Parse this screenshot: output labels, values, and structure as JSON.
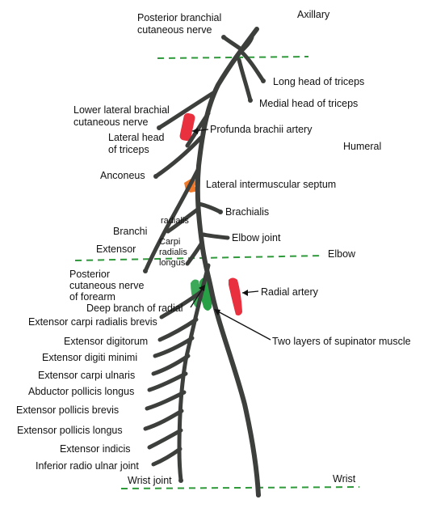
{
  "colors": {
    "nerve": "#3c3f3c",
    "level_line": "#2e9a3a",
    "artery": "#e8303f",
    "septum": "#f07a2a",
    "supinator": "#27a046"
  },
  "levels": {
    "axillary": "Axillary",
    "humeral": "Humeral",
    "elbow": "Elbow",
    "wrist": "Wrist"
  },
  "labels": {
    "posterior_branchial": [
      "Posterior branchial",
      "cutaneous nerve"
    ],
    "long_head": "Long head of triceps",
    "medial_head": "Medial head of triceps",
    "lower_lateral": [
      "Lower lateral brachial",
      "cutaneous nerve"
    ],
    "profunda": "Profunda brachii artery",
    "lateral_head": [
      "Lateral head",
      "of triceps"
    ],
    "anconeus": "Anconeus",
    "lateral_septum": "Lateral intermuscular septum",
    "brachialis": "Brachialis",
    "radialis": "radialis",
    "branchi": "Branchi",
    "elbow_joint": "Elbow joint",
    "carpi": [
      "Carpi",
      "radialis",
      "longus"
    ],
    "extensor": "Extensor",
    "posterior_forearm": [
      "Posterior",
      "cutaneous nerve",
      "of forearm"
    ],
    "radial_artery": "Radial artery",
    "deep_branch": "Deep branch of radial",
    "ecrb": "Extensor carpi radialis brevis",
    "two_layers": "Two layers of supinator muscle",
    "digitorum": "Extensor digitorum",
    "digiti_minimi": "Extensor digiti minimi",
    "carpi_ulnaris": "Extensor carpi ulnaris",
    "apl": "Abductor pollicis longus",
    "epb": "Extensor pollicis brevis",
    "epl": "Extensor pollicis longus",
    "indicis": "Extensor indicis",
    "inferior_radio_ulnar": "Inferior radio ulnar joint",
    "wrist_joint": "Wrist joint"
  }
}
